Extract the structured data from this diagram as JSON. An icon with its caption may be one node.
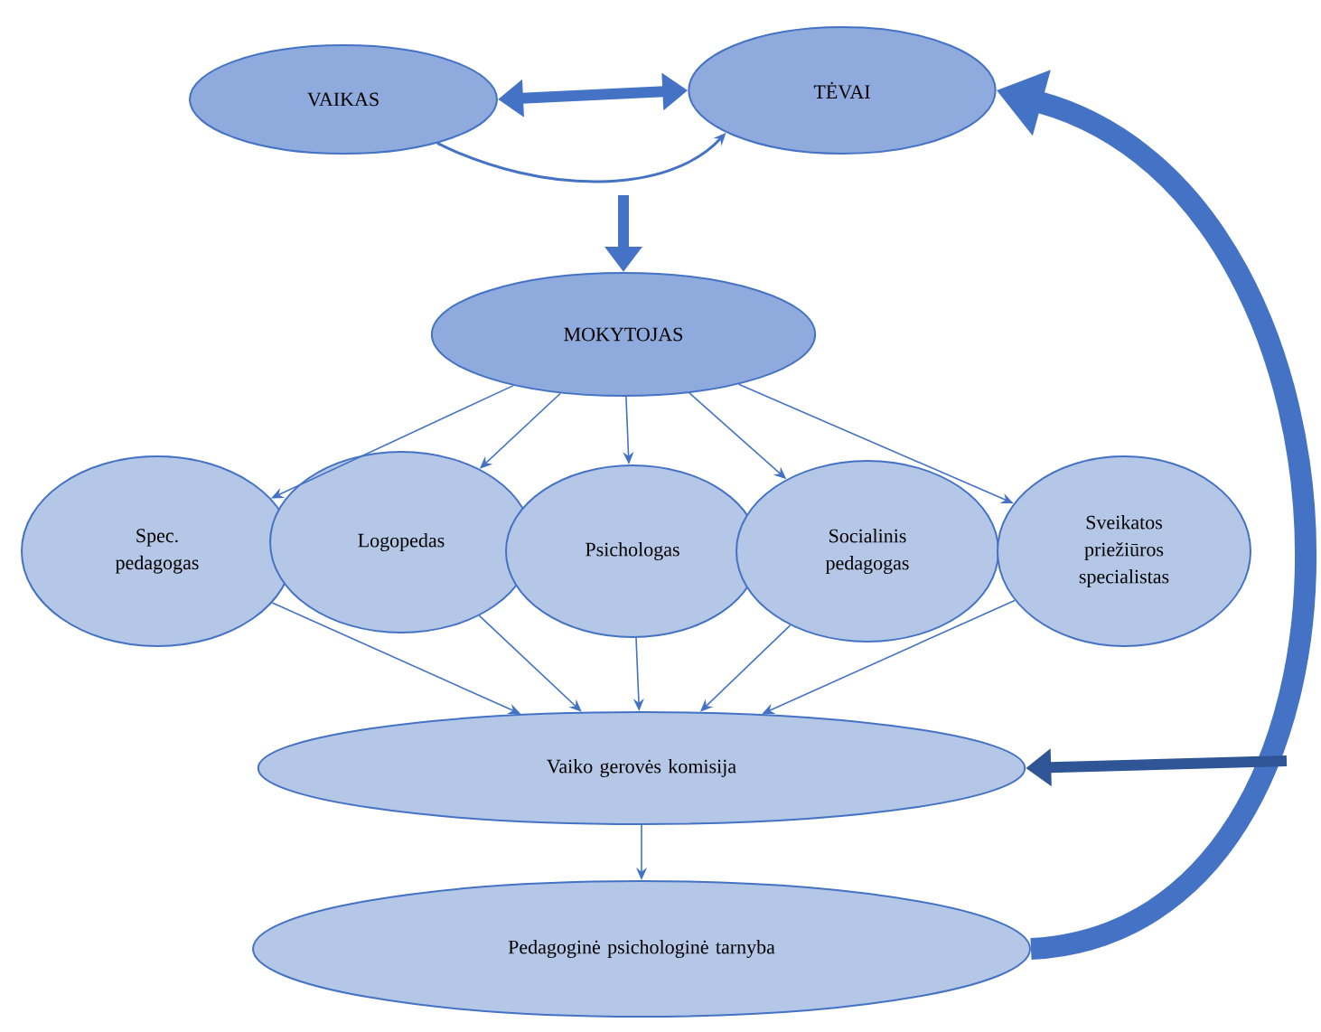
{
  "diagram": {
    "nodes": [
      {
        "text": [
          "VAIKAS"
        ]
      },
      {
        "text": [
          "TĖVAI"
        ]
      },
      {
        "text": [
          "MOKYTOJAS"
        ]
      },
      {
        "text": [
          "Spec. pedagogas"
        ]
      },
      {
        "text": [
          "Logopedas"
        ]
      },
      {
        "text": [
          "Psichologas"
        ]
      },
      {
        "text": [
          "Socialinis pedagogas"
        ]
      },
      {
        "text": [
          "Sveikatos priežiūros specialistas"
        ]
      },
      {
        "text": [
          "Vaiko gerovės komisija"
        ]
      },
      {
        "text": [
          "Pedagoginė psichologinė tarnyba"
        ]
      }
    ],
    "edges": [
      {
        "from": 0,
        "to": 1,
        "arrow": "both",
        "style": "thick"
      },
      {
        "from": 0,
        "to": 1,
        "arrow": "to"
      },
      {
        "from": null,
        "to": 2,
        "arrow": "to",
        "style": "thick"
      },
      {
        "from": 2,
        "to": 3,
        "arrow": "to"
      },
      {
        "from": 2,
        "to": 4,
        "arrow": "to"
      },
      {
        "from": 2,
        "to": 5,
        "arrow": "to"
      },
      {
        "from": 2,
        "to": 6,
        "arrow": "to"
      },
      {
        "from": 2,
        "to": 7,
        "arrow": "to"
      },
      {
        "from": 3,
        "to": 8,
        "arrow": "to"
      },
      {
        "from": 4,
        "to": 8,
        "arrow": "to"
      },
      {
        "from": 5,
        "to": 8,
        "arrow": "to"
      },
      {
        "from": 6,
        "to": 8,
        "arrow": "to"
      },
      {
        "from": 7,
        "to": 8,
        "arrow": "to"
      },
      {
        "from": 8,
        "to": 9,
        "arrow": "to"
      },
      {
        "from": 9,
        "to": 1,
        "arrow": "to",
        "style": "thick"
      },
      {
        "from": null,
        "to": 8,
        "arrow": "to",
        "style": "thick",
        "color": "#2f5597"
      }
    ]
  }
}
